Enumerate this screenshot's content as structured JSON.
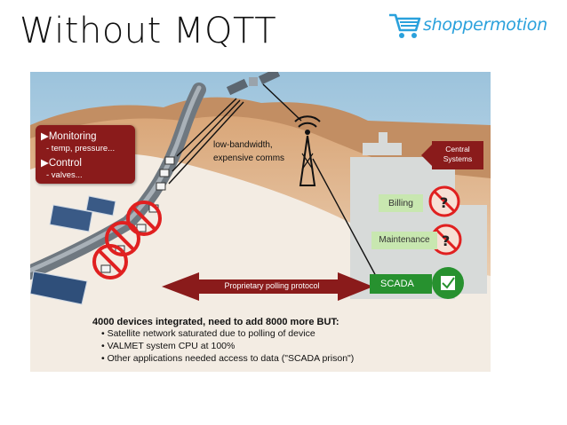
{
  "title": "Without MQTT",
  "logo": {
    "text": "shoppermotion",
    "icon": "shopping-cart-icon",
    "color": "#2aa1dc"
  },
  "diagram": {
    "callout": {
      "monitoring": "▶Monitoring",
      "monitoring_detail": "- temp, pressure...",
      "control": "▶Control",
      "control_detail": "- valves..."
    },
    "comms_label_1": "low-bandwidth,",
    "comms_label_2": "expensive comms",
    "central_systems_1": "Central",
    "central_systems_2": "Systems",
    "billing": "Billing",
    "maintenance": "Maintenance",
    "scada": "SCADA",
    "polling_protocol": "Proprietary polling protocol",
    "summary_head": "4000 devices integrated, need to add 8000 more BUT:",
    "summary_items": [
      "• Satellite network saturated due to polling of device",
      "• VALMET system CPU at 100%",
      "• Other applications needed access to data (\"SCADA prison\")"
    ],
    "colors": {
      "dark_red": "#8a1b1b",
      "green": "#27912f",
      "light_green": "#c8e7b0",
      "sky": "#a8cbe0"
    }
  }
}
